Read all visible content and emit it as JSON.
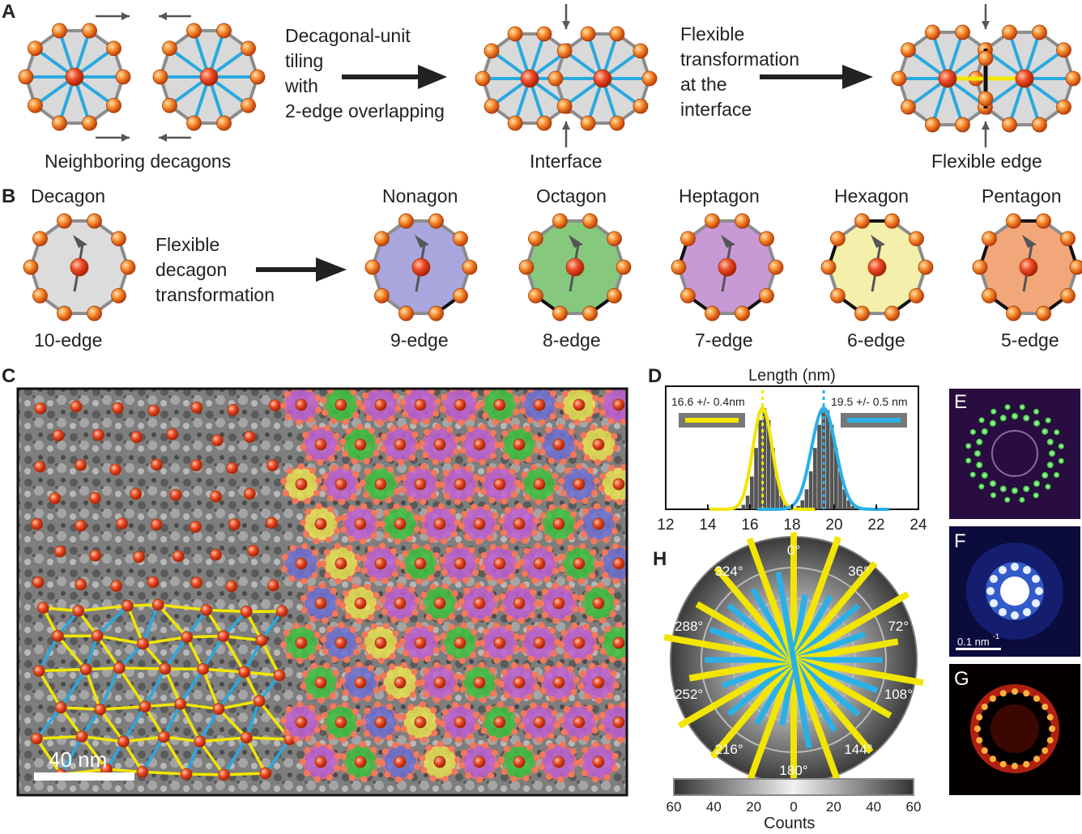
{
  "panels": {
    "a": "A",
    "b": "B",
    "c": "C",
    "d": "D",
    "e": "E",
    "f": "F",
    "g": "G",
    "h": "H"
  },
  "panel_a": {
    "neighboring": "Neighboring decagons",
    "step1": [
      "Decagonal-unit",
      "tiling",
      "with",
      "2-edge overlapping"
    ],
    "interface": "Interface",
    "step2": [
      "Flexible",
      "transformation",
      "at the",
      "interface"
    ],
    "flexible_edge": "Flexible edge"
  },
  "panel_b": {
    "decagon": "Decagon",
    "transform": [
      "Flexible",
      "decagon",
      "transformation"
    ],
    "shapes": [
      {
        "name": "Nonagon",
        "edges": "9-edge",
        "color": "#a9a6dd"
      },
      {
        "name": "Octagon",
        "edges": "8-edge",
        "color": "#86c97e"
      },
      {
        "name": "Heptagon",
        "edges": "7-edge",
        "color": "#c79ad6"
      },
      {
        "name": "Hexagon",
        "edges": "6-edge",
        "color": "#f4efaa"
      },
      {
        "name": "Pentagon",
        "edges": "5-edge",
        "color": "#f2a77a"
      }
    ],
    "decagon_edges": "10-edge"
  },
  "panel_c": {
    "scalebar": "40 nm"
  },
  "panel_d": {
    "title": "Length (nm)",
    "xticks": [
      "12",
      "14",
      "16",
      "18",
      "20",
      "22",
      "24"
    ],
    "peak1_label": "16.6 +/- 0.4nm",
    "peak2_label": "19.5 +/- 0.5 nm",
    "colors": {
      "yellow": "#f2e600",
      "blue": "#2ab0e6"
    }
  },
  "chart_data": {
    "type": "bar",
    "title": "Length (nm)",
    "xlim": [
      12,
      24
    ],
    "series": [
      {
        "name": "16.6 +/- 0.4nm",
        "mean": 16.6,
        "sd": 0.4,
        "color": "#f2e600"
      },
      {
        "name": "19.5 +/- 0.5 nm",
        "mean": 19.5,
        "sd": 0.5,
        "color": "#2ab0e6"
      }
    ]
  },
  "panel_f": {
    "scalebar": "0.1 nm",
    "exp": "-1"
  },
  "panel_h": {
    "angles": [
      "0°",
      "36°",
      "72°",
      "108°",
      "144°",
      "180°",
      "216°",
      "252°",
      "288°",
      "324°"
    ],
    "counts_label": "Counts",
    "counts_ticks": [
      "60",
      "40",
      "20",
      "0",
      "20",
      "40",
      "60"
    ]
  }
}
